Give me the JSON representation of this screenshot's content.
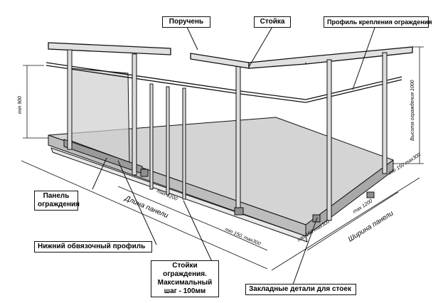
{
  "labels": {
    "handrail": "Поручень",
    "post": "Стойка",
    "fixing_profile": "Профиль крепления ограждения",
    "panel": "Панель ограждения",
    "bottom_profile": "Нижний обвязочный профиль",
    "fence_posts": "Стойки ограждения. Максимальный шаг - 100мм",
    "embedded_parts": "Закладные детали для стоек"
  },
  "dimensions": {
    "height_min": "min 900",
    "panel_length": "Длина панели",
    "max_1200": "max 1200",
    "min150_max300_a": "min 150, max300",
    "panel_width": "Ширина панели",
    "max_1200_b": "max 1200",
    "min150_max300_b": "min 150 max300",
    "min150_max300_c": "min 150 max300",
    "fence_height_1000": "Высота ограждения 1000"
  },
  "colors": {
    "line": "#111111",
    "fill_light": "#e6e6e6",
    "fill_mid": "#c9c9c9",
    "fill_dark": "#8f8f8f"
  }
}
